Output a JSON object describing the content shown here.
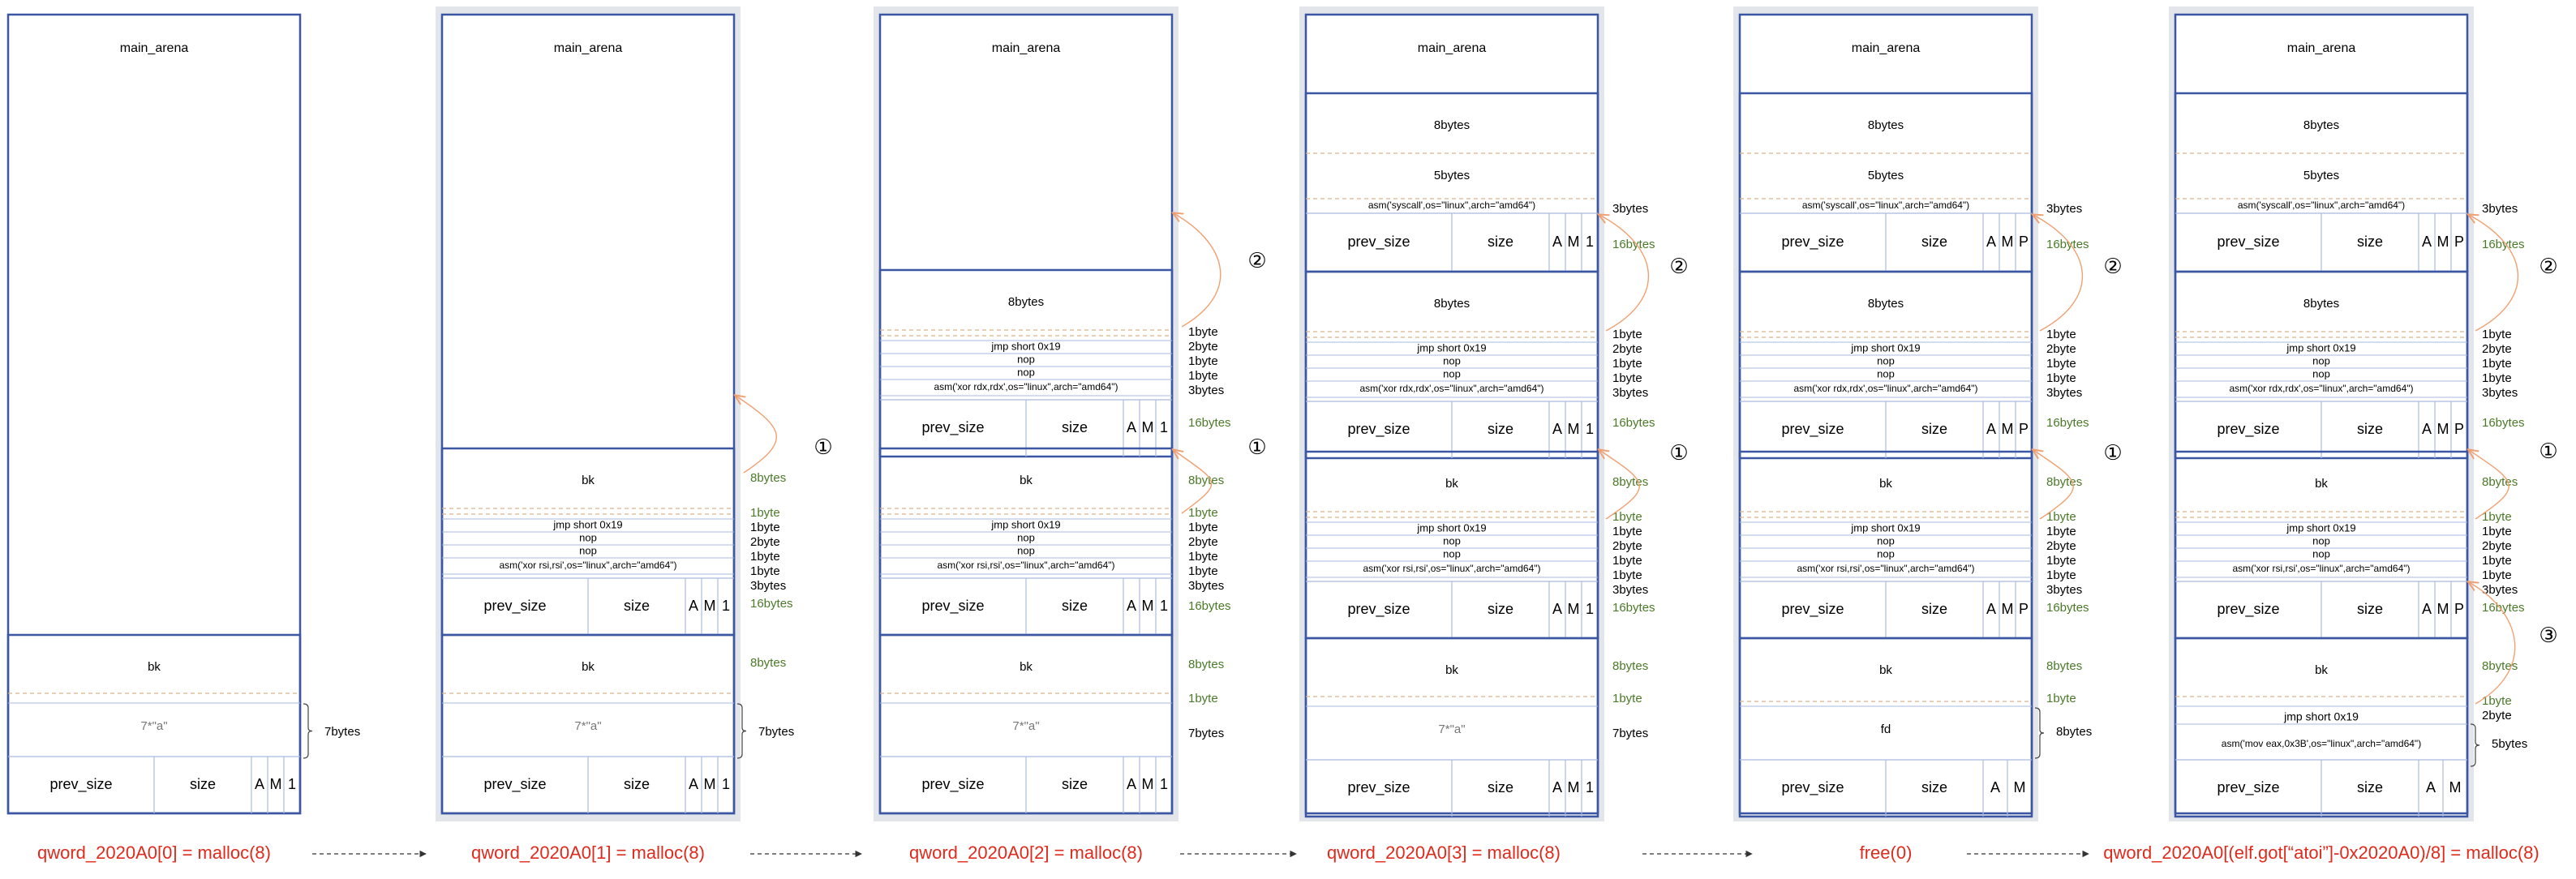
{
  "colors": {
    "frame_border": "#3b57a3",
    "panel_bg": "#e2e5ea",
    "dash": "#d9b38a",
    "thin_line": "#a9bbe0",
    "green": "#4a7a28",
    "red": "#e02a1c",
    "orange": "#f0a070",
    "black": "#000000",
    "gray_text": "#777777"
  },
  "labels": {
    "main_arena": "main_arena",
    "bk": "bk",
    "fd": "fd",
    "prev_size": "prev_size",
    "size": "size",
    "flag_a": "A",
    "flag_m": "M",
    "flag_p": "P",
    "flag_1": "1",
    "seven_a": "7*\"a\"",
    "eight_bytes": "8bytes",
    "five_bytes": "5bytes",
    "jmp": "jmp short 0x19",
    "nop": "nop",
    "asm_rsi": "asm('xor rsi,rsi',os=\"linux\",arch=\"amd64\")",
    "asm_rdx": "asm('xor rdx,rdx',os=\"linux\",arch=\"amd64\")",
    "asm_syscall": "asm('syscall',os=\"linux\",arch=\"amd64\")",
    "asm_mov": "asm('mov eax,0x3B',os=\"linux\",arch=\"amd64\")",
    "r_1byte": "1byte",
    "r_2byte": "2byte",
    "r_3bytes": "3bytes",
    "r_5bytes": "5bytes",
    "r_7bytes": "7bytes",
    "r_8bytes": "8bytes",
    "r_16bytes": "16bytes",
    "num_1": "①",
    "num_2": "②",
    "num_3": "③"
  },
  "captions": [
    "qword_2020A0[0] = malloc(8)",
    "qword_2020A0[1] = malloc(8)",
    "qword_2020A0[2] = malloc(8)",
    "qword_2020A0[3] = malloc(8)",
    "free(0)",
    "qword_2020A0[(elf.got[“atoi”]-0x2020A0)/8] = malloc(8)"
  ]
}
